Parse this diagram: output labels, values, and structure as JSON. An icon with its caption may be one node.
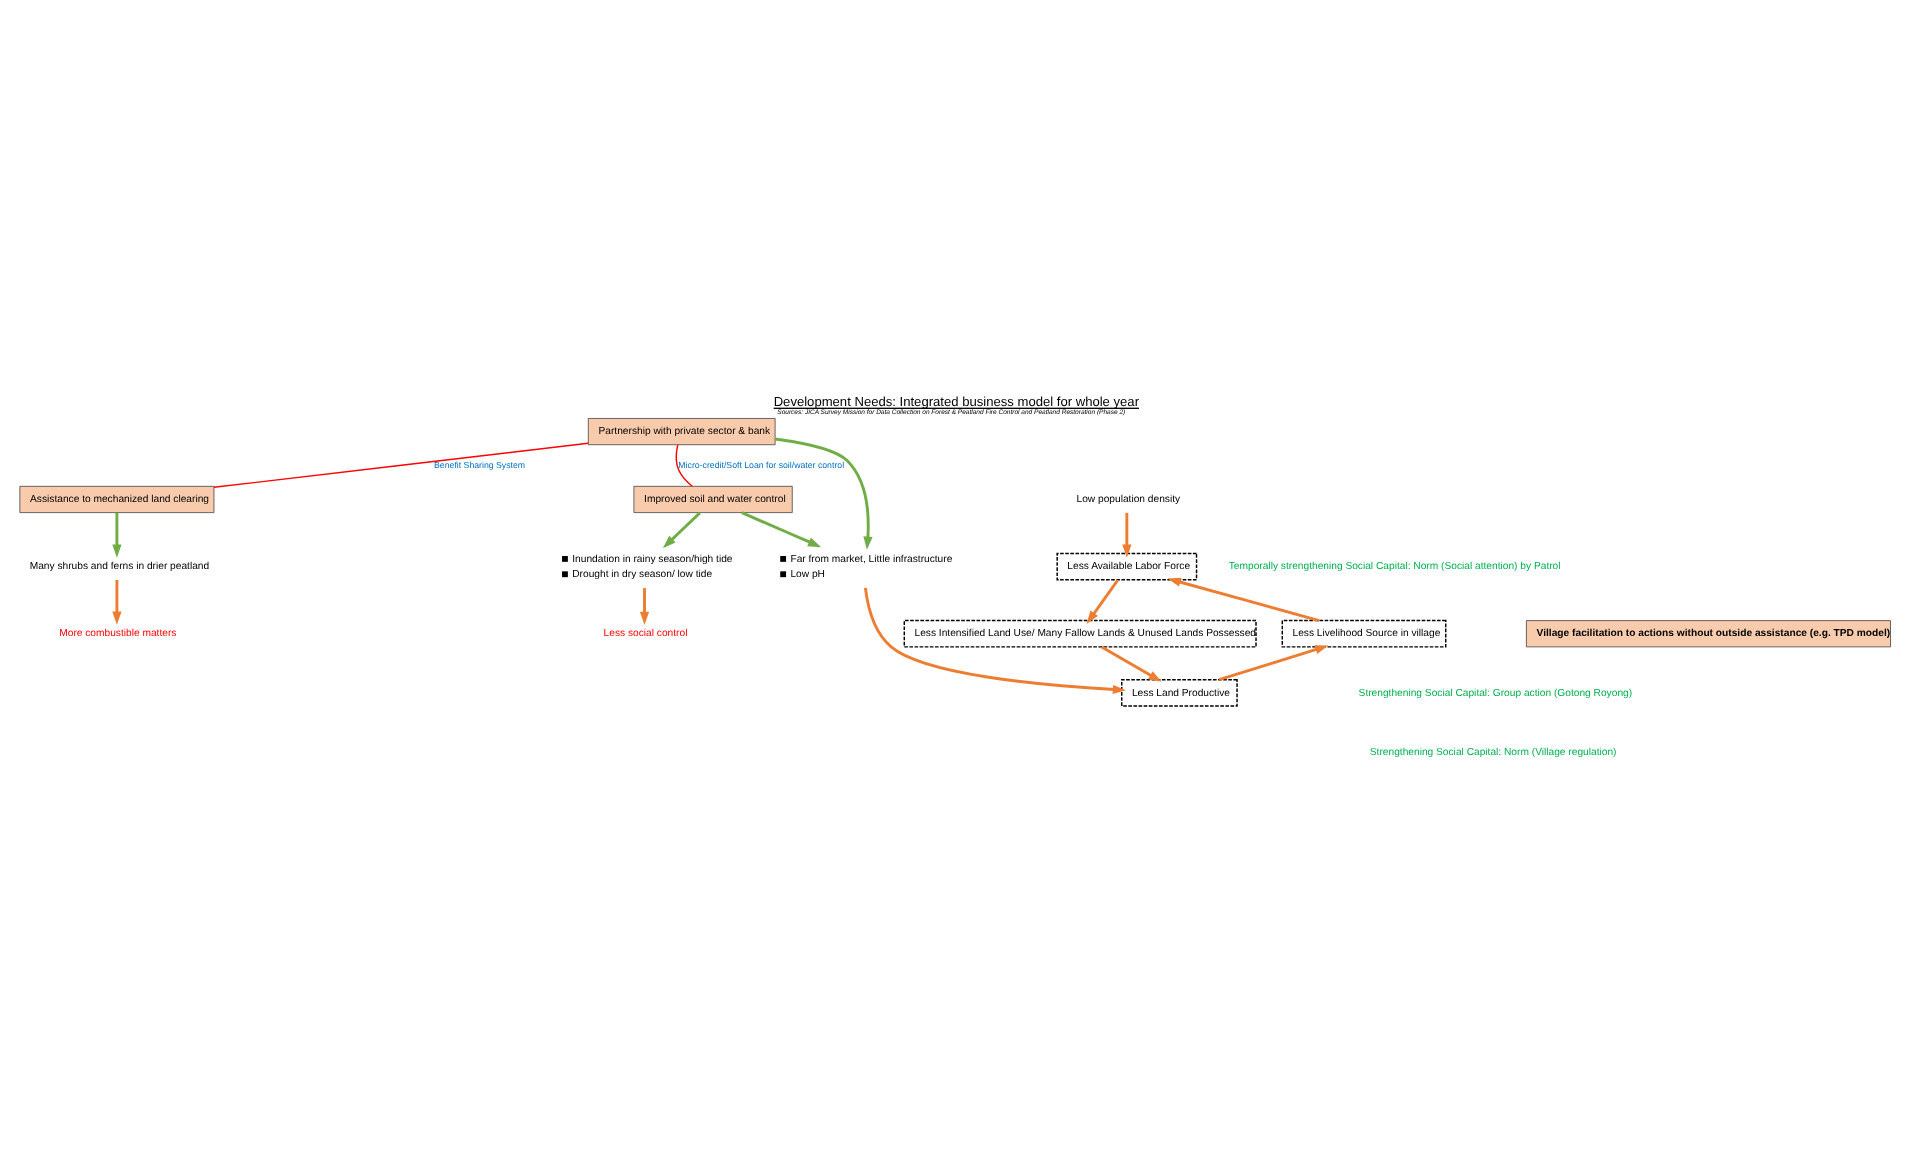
{
  "diagram": {
    "title": "Development Needs: Integrated business model for whole year",
    "caption": "Sources: JICA Survey Mission for Data Collection on Forest & Peatland Fire Control and Peatland Restoration (Phase 2)",
    "nodes": [
      {
        "text": [
          "Partnership with private sector & bank"
        ]
      },
      {
        "text": [
          "Improved soil and water control"
        ]
      },
      {
        "text": [
          "Assistance to mechanized land clearing"
        ]
      },
      {
        "text": [
          "Less Land Productive"
        ]
      },
      {
        "text": [
          "Less Livelihood Source in village"
        ]
      },
      {
        "text": [
          "Less Available Labor Force"
        ]
      },
      {
        "text": [
          "Less Intensified Land Use/ Many Fallow Lands & Unused Lands Possessed"
        ]
      },
      {
        "text": [
          "Village facilitation to actions without outside assistance (e.g. TPD model)"
        ]
      },
      {
        "text": [
          "Far from market, Little infrastructure",
          "Low pH"
        ]
      },
      {
        "text": [
          "Many shrubs and ferns in drier peatland"
        ]
      },
      {
        "text": [
          "More combustible matters"
        ]
      },
      {
        "text": [
          "Low population density"
        ]
      },
      {
        "text": [
          "Inundation in rainy season/high tide",
          "Drought in dry season/ low tide"
        ]
      },
      {
        "text": [
          "Less social control"
        ]
      }
    ],
    "edges": [
      {
        "from": 0,
        "to": 2,
        "arrow": "none",
        "label": "Benefit Sharing System",
        "color": "#ff0000"
      },
      {
        "from": 0,
        "to": 1,
        "arrow": "none",
        "label": "Micro-credit/Soft Loan for soil/water control",
        "color": "#ff0000"
      },
      {
        "from": 0,
        "to": 8,
        "arrow": "to",
        "color": "#70ad47"
      },
      {
        "from": 1,
        "to": 8,
        "arrow": "to",
        "color": "#70ad47"
      },
      {
        "from": 8,
        "to": 3,
        "arrow": "to"
      },
      {
        "from": 3,
        "to": 4,
        "arrow": "to"
      },
      {
        "from": 4,
        "to": 5,
        "arrow": "to"
      },
      {
        "from": 5,
        "to": 6,
        "arrow": "to"
      },
      {
        "from": 6,
        "to": 3,
        "arrow": "to"
      },
      {
        "from": 2,
        "to": 9,
        "arrow": "to",
        "color": "#70ad47"
      },
      {
        "from": 9,
        "to": 10,
        "arrow": "to"
      },
      {
        "from": 11,
        "to": 5,
        "arrow": "to"
      },
      {
        "from": 1,
        "to": 12,
        "arrow": "to",
        "color": "#70ad47"
      },
      {
        "from": 12,
        "to": 13,
        "arrow": "to"
      }
    ],
    "labels": [
      "Strengthening Social Capital: Norm (Village regulation)",
      "Temporally strengthening Social Capital: Norm (Social attention) by Patrol",
      "Strengthening Social Capital: Group action (Gotong Royong)"
    ]
  }
}
